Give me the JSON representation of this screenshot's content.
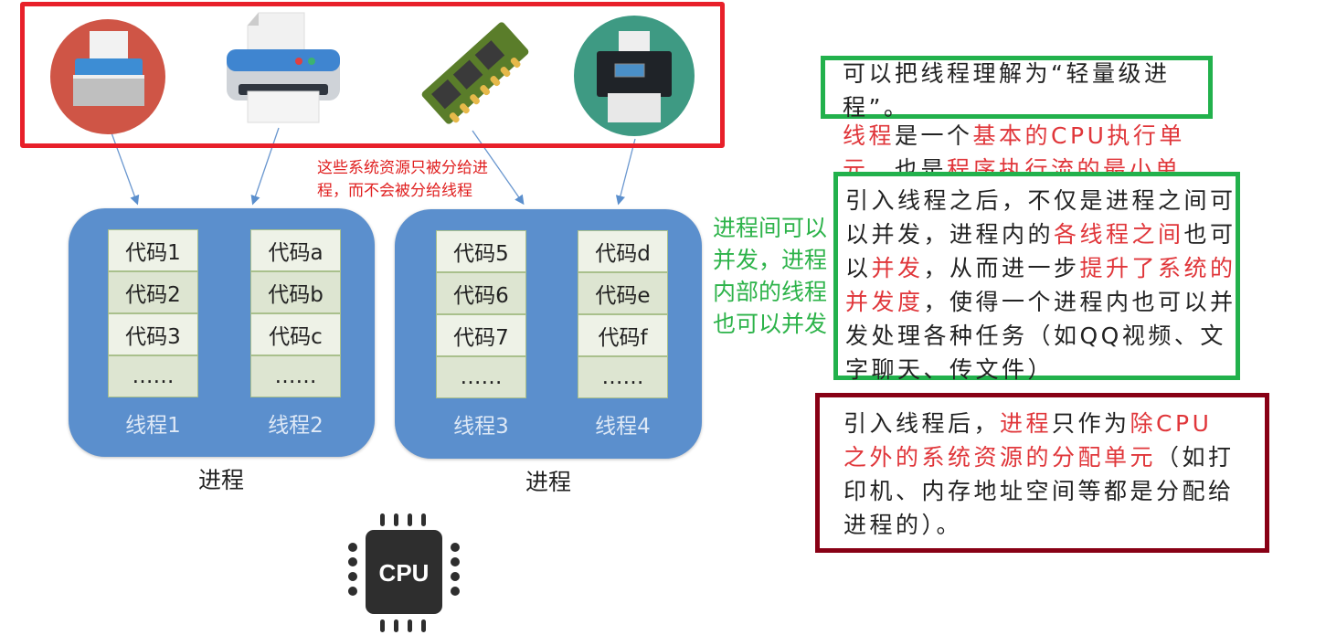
{
  "resources": {
    "icons": [
      "fax-printer-icon",
      "printer-icon",
      "memory-ram-icon",
      "inkjet-printer-icon"
    ],
    "note": "这些系统资源只被分给进程，而不会被分给线程"
  },
  "processes": [
    {
      "label": "进程",
      "threads": [
        {
          "label": "线程1",
          "cells": [
            "代码1",
            "代码2",
            "代码3",
            "……"
          ]
        },
        {
          "label": "线程2",
          "cells": [
            "代码a",
            "代码b",
            "代码c",
            "……"
          ]
        }
      ]
    },
    {
      "label": "进程",
      "threads": [
        {
          "label": "线程3",
          "cells": [
            "代码5",
            "代码6",
            "代码7",
            "……"
          ]
        },
        {
          "label": "线程4",
          "cells": [
            "代码d",
            "代码e",
            "代码f",
            "……"
          ]
        }
      ]
    }
  ],
  "concurrency_note": "进程间可以并发，进程内部的线程也可以并发",
  "cpu": {
    "label": "CPU"
  },
  "explanations": {
    "lightweight": "可以把线程理解为“轻量级进程”。",
    "definition": [
      "线程",
      "是一个",
      "基本的CPU执行单元",
      "，也是",
      "程序执行流的最小单位",
      "。"
    ],
    "concurrency": [
      "引入线程之后，不仅是进程之间可以并发，进程内的",
      "各线程之间",
      "也可以",
      "并发",
      "，从而进一步",
      "提升了系统的并发度",
      "，使得一个进程内也可以并发处理各种任务（如QQ视频、文字聊天、传文件）"
    ],
    "allocation": [
      "引入线程后，",
      "进程",
      "只作为",
      "除CPU之外的系统资源的分配单元",
      "（如打印机、内存地址空间等都是分配给进程的）。"
    ]
  },
  "colors": {
    "red_box": "#e8202a",
    "green_box": "#22b14c",
    "darkred_box": "#880015",
    "process_blue": "#5b8fcd",
    "highlight_red": "#e0363a"
  }
}
